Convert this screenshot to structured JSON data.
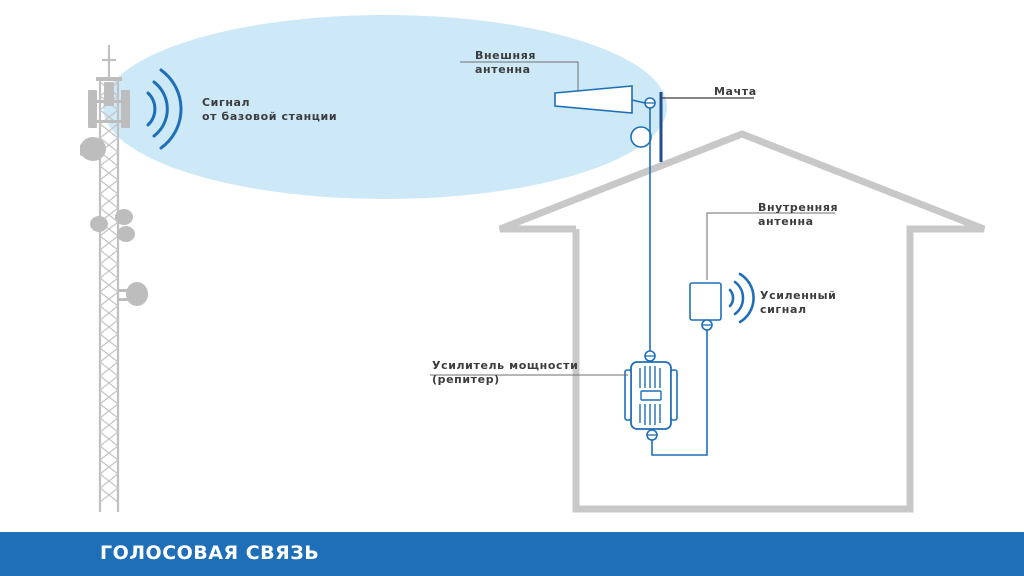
{
  "labels": {
    "signal_line1": "Сигнал",
    "signal_line2": "от базовой станции",
    "outdoor_antenna_line1": "Внешняя",
    "outdoor_antenna_line2": "антенна",
    "mast": "Мачта",
    "indoor_antenna_line1": "Внутренняя",
    "indoor_antenna_line2": "антенна",
    "amplified_line1": "Усиленный",
    "amplified_line2": "сигнал",
    "repeater_line1": "Усилитель мощности",
    "repeater_line2": "(репитер)"
  },
  "footer": {
    "title": "ГОЛОСОВАЯ СВЯЗЬ"
  },
  "colors": {
    "accent_blue": "#1f6fb8",
    "coverage_fill": "#cde9f8",
    "house_outline": "#c8c8c8",
    "tower_gray": "#c0c0c0",
    "label_text": "#3c3c3c"
  },
  "icons": {
    "outdoor_antenna": "yagi-panel-antenna-icon",
    "indoor_antenna": "indoor-antenna-icon",
    "repeater": "repeater-amplifier-icon",
    "signal_waves": "signal-waves-icon",
    "tower": "cell-tower-icon"
  }
}
